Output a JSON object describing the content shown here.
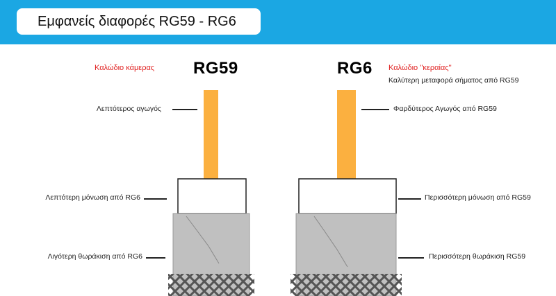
{
  "header": {
    "title": "Εμφανείς διαφορές RG59 - RG6"
  },
  "colors": {
    "header_bg": "#1ba7e3",
    "conductor": "#fbb040",
    "shield": "#c0c0c0",
    "braid": "#555555",
    "accent_red": "#e02020"
  },
  "rg59": {
    "name": "RG59",
    "type_label": "Καλώδιο κάμερας",
    "conductor_note": "Λεπτότερος αγωγός",
    "insulation_note": "Λεπτότερη μόνωση από RG6",
    "shield_note": "Λιγότερη θωράκιση από RG6"
  },
  "rg6": {
    "name": "RG6",
    "type_label": "Καλώδιο ''κεραίας''",
    "signal_note": "Καλύτερη μεταφορά σήματος από RG59",
    "conductor_note": "Φαρδύτερος Αγωγός από RG59",
    "insulation_note": "Περισσότερη μόνωση από RG59",
    "shield_note": "Περισσότερη θωράκιση RG59"
  }
}
